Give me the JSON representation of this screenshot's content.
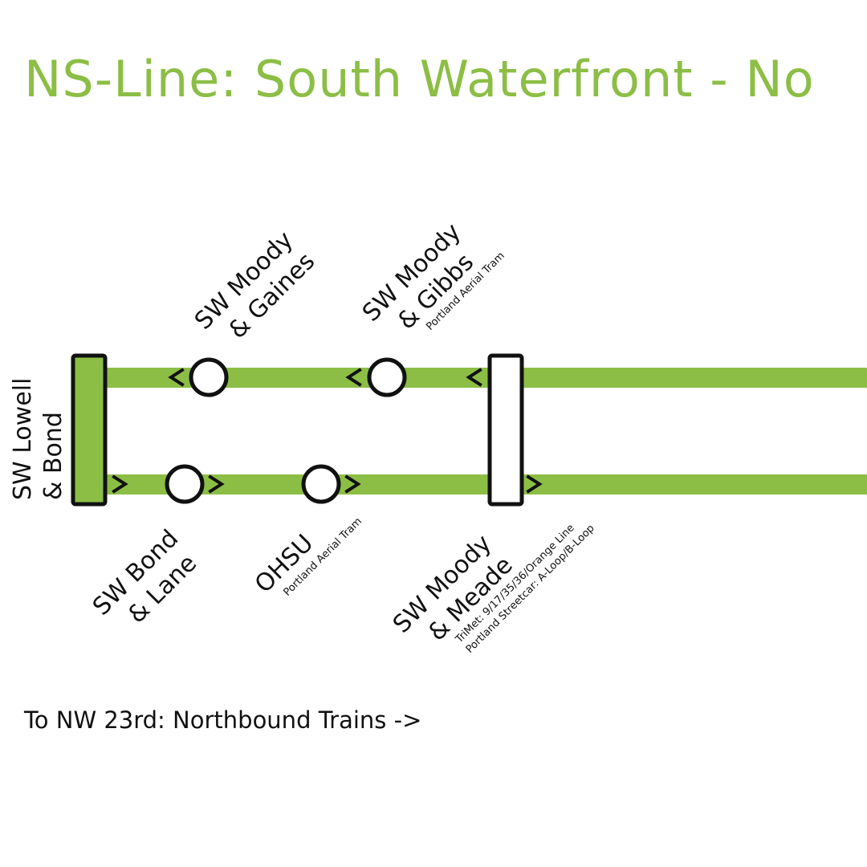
{
  "title": "NS-Line: South Waterfront - No",
  "footer": "To NW 23rd: Northbound Trains ->",
  "colors": {
    "line": "#8cbe45",
    "stroke": "#111111",
    "text": "#111111"
  },
  "stations": {
    "lowell_bond": {
      "line1": "SW Lowell",
      "line2": "& Bond"
    },
    "moody_gaines": {
      "line1": "SW Moody",
      "line2": "& Gaines"
    },
    "moody_gibbs": {
      "line1": "SW Moody",
      "line2": "& Gibbs",
      "transfer": "Portland Aerial Tram"
    },
    "bond_lane": {
      "line1": "SW Bond",
      "line2": "& Lane"
    },
    "ohsu": {
      "line1": "OHSU",
      "transfer": "Portland Aerial Tram"
    },
    "moody_meade": {
      "line1": "SW Moody",
      "line2": "& Meade",
      "transfer1": "TriMet: 9/17/35/36/Orange Line",
      "transfer2": "Portland Streetcar: A-Loop/B-Loop"
    }
  },
  "direction_markers": {
    "southbound": "<",
    "northbound": ">"
  }
}
